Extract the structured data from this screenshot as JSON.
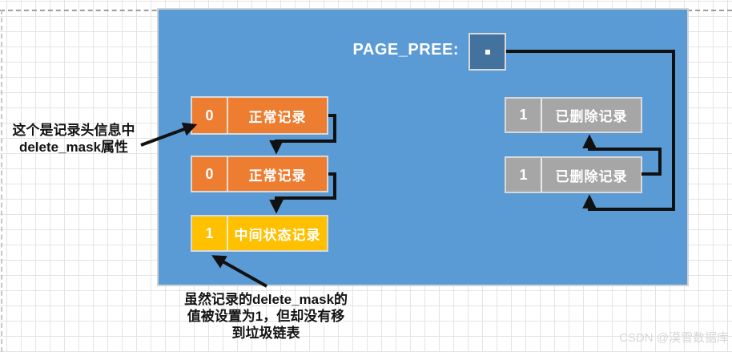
{
  "diagram": {
    "title": "PAGE_PREE:",
    "colors": {
      "container": "#5b9bd5",
      "pointer_box": "#44729e",
      "normal": "#ed7d31",
      "intermediate": "#ffc000",
      "deleted": "#a6a6a6",
      "arrow": "#111111"
    },
    "icons": {
      "pointer_dot": "white-square-dot"
    },
    "left_chain": [
      {
        "flag": "0",
        "label": "正常记录",
        "state": "normal"
      },
      {
        "flag": "0",
        "label": "正常记录",
        "state": "normal"
      },
      {
        "flag": "1",
        "label": "中间状态记录",
        "state": "intermediate"
      }
    ],
    "right_chain": [
      {
        "flag": "1",
        "label": "已删除记录",
        "state": "deleted"
      },
      {
        "flag": "1",
        "label": "已删除记录",
        "state": "deleted"
      }
    ]
  },
  "annotations": {
    "left": {
      "line1": "这个是记录头信息中",
      "line2": "delete_mask属性"
    },
    "bottom": {
      "line1": "虽然记录的delete_mask的",
      "line2": "值被设置为1，但却没有移",
      "line3": "到垃圾链表"
    }
  },
  "watermark": "CSDN @漠雪数据库"
}
